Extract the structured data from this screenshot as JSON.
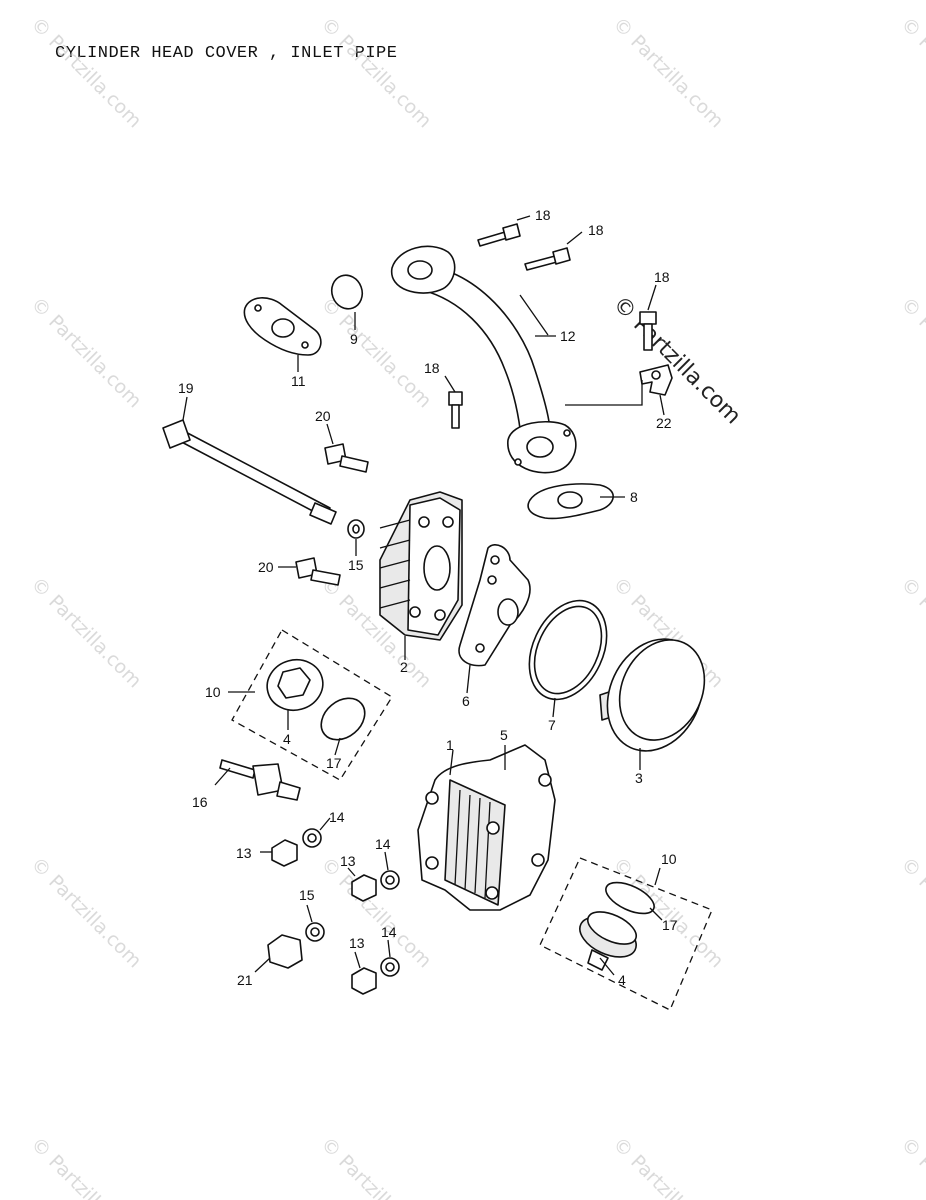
{
  "title": "CYLINDER HEAD COVER , INLET PIPE",
  "watermark": {
    "text": "© Partzilla.com"
  },
  "callouts": {
    "c1": "1",
    "c2": "2",
    "c3": "3",
    "c4a": "4",
    "c4b": "4",
    "c5": "5",
    "c6": "6",
    "c7": "7",
    "c8": "8",
    "c9": "9",
    "c10a": "10",
    "c10b": "10",
    "c11": "11",
    "c12": "12",
    "c13a": "13",
    "c13b": "13",
    "c13c": "13",
    "c14a": "14",
    "c14b": "14",
    "c14c": "14",
    "c15a": "15",
    "c15b": "15",
    "c16": "16",
    "c17a": "17",
    "c17b": "17",
    "c18a": "18",
    "c18b": "18",
    "c18c": "18",
    "c18d": "18",
    "c19": "19",
    "c20a": "20",
    "c20b": "20",
    "c21": "21",
    "c22": "22"
  }
}
